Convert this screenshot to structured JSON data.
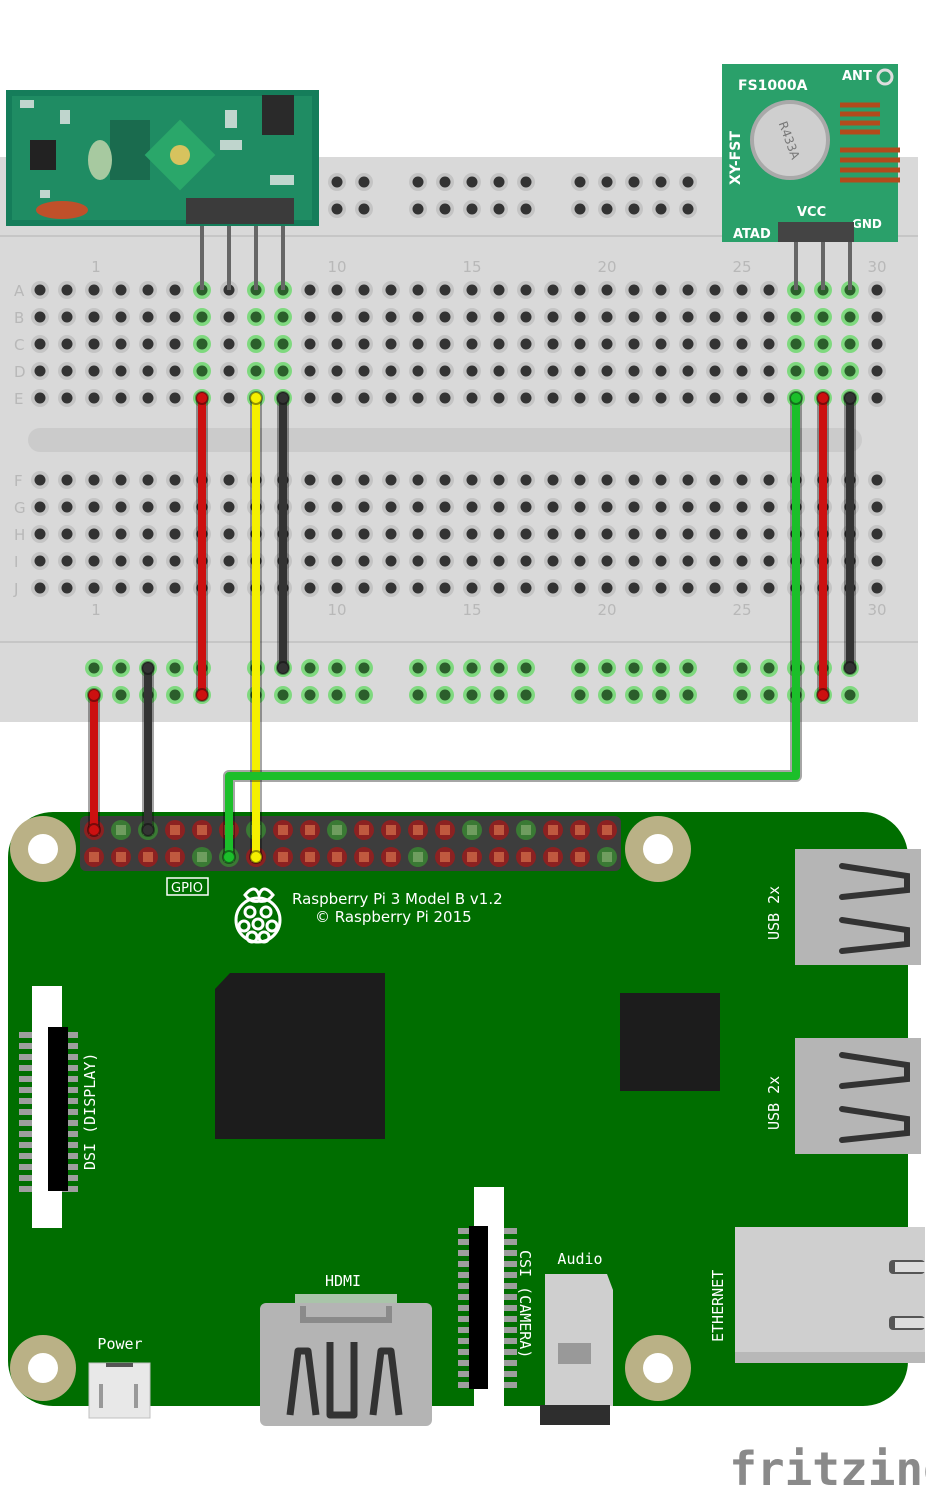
{
  "breadboard": {
    "rows_top": [
      "A",
      "B",
      "C",
      "D",
      "E"
    ],
    "rows_bottom": [
      "F",
      "G",
      "H",
      "I",
      "J"
    ],
    "column_labels": [
      "1",
      "10",
      "15",
      "20",
      "25",
      "30"
    ]
  },
  "transmitter": {
    "title": "FS1000A",
    "side_label": "XY-FST",
    "ant_label": "ANT",
    "data_label": "ATAD",
    "vcc_label": "VCC",
    "gnd_label": "GND",
    "crystal_text": "R433A"
  },
  "raspberry_pi": {
    "model": "Raspberry Pi 3 Model B v1.2",
    "copyright": "© Raspberry Pi 2015",
    "gpio_label": "GPIO",
    "dsi_label": "DSI (DISPLAY)",
    "csi_label": "CSI (CAMERA)",
    "hdmi_label": "HDMI",
    "power_label": "Power",
    "audio_label": "Audio",
    "ethernet_label": "ETHERNET",
    "usb_label_1": "USB 2x",
    "usb_label_2": "USB 2x"
  },
  "wire_colors": {
    "red": "#cc1010",
    "yellow": "#f5f000",
    "black": "#333333",
    "green": "#1bbf2a"
  },
  "logo": "fritzing"
}
